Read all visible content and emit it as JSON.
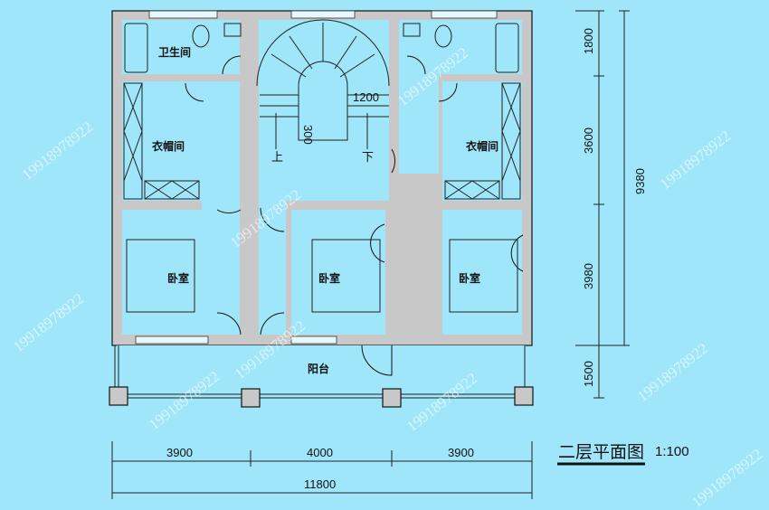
{
  "title": "二层平面图",
  "scale": "1:100",
  "rooms": {
    "bathroom_left": "卫生间",
    "wardrobe_left": "衣帽间",
    "wardrobe_right": "衣帽间",
    "bedroom_left": "卧室",
    "bedroom_middle": "卧室",
    "bedroom_right": "卧室",
    "balcony": "阳台"
  },
  "stair": {
    "up": "上",
    "down": "下",
    "width_dim": "1200",
    "tread_dim": "300"
  },
  "dimensions": {
    "right": [
      "1800",
      "3600",
      "3980",
      "1500"
    ],
    "right_total": "9380",
    "bottom": [
      "3900",
      "4000",
      "3900"
    ],
    "bottom_total": "11800"
  },
  "watermark": "19918978922",
  "colors": {
    "background": "#9fe6fb",
    "wall": "#c8c8c8"
  }
}
